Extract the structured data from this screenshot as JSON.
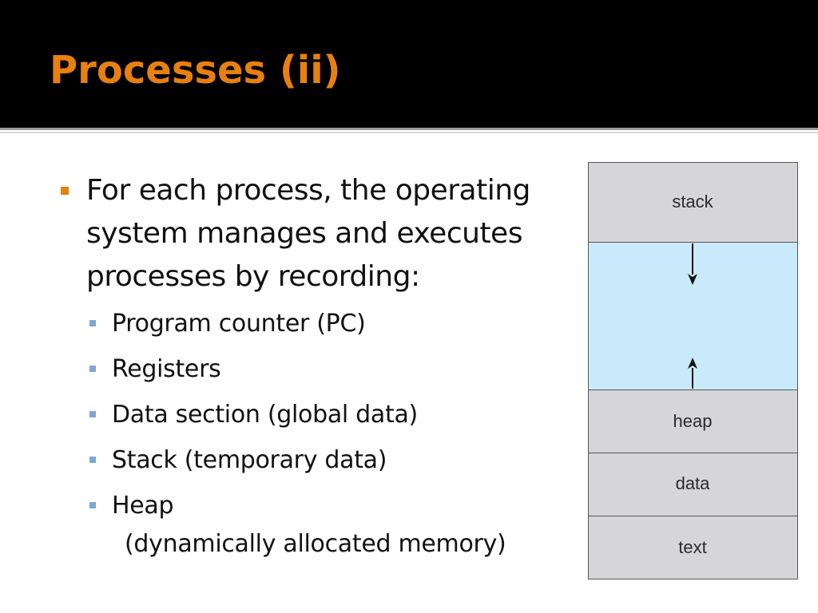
{
  "slide": {
    "title": "Processes (ii)",
    "bullet": {
      "text_lines": [
        "For each process, the operating",
        "system manages and executes",
        "processes by recording:"
      ],
      "subitems": [
        {
          "text": "Program counter (PC)"
        },
        {
          "text": "Registers"
        },
        {
          "text": "Data section (global data)"
        },
        {
          "text": "Stack (temporary data)"
        },
        {
          "text": "Heap",
          "continuation": "(dynamically allocated memory)"
        }
      ]
    }
  },
  "diagram": {
    "segments": {
      "stack": "stack",
      "heap": "heap",
      "data": "data",
      "text": "text"
    },
    "colors": {
      "segment_fill": "#d6d6d8",
      "free_space_fill": "#c8eafa",
      "border": "#555555",
      "arrow": "#111111"
    }
  },
  "theme": {
    "title_color": "#e8800f",
    "title_bar_color": "#000000",
    "level1_bullet_color": "#e8800f",
    "level2_bullet_color": "#7ea6d8"
  }
}
